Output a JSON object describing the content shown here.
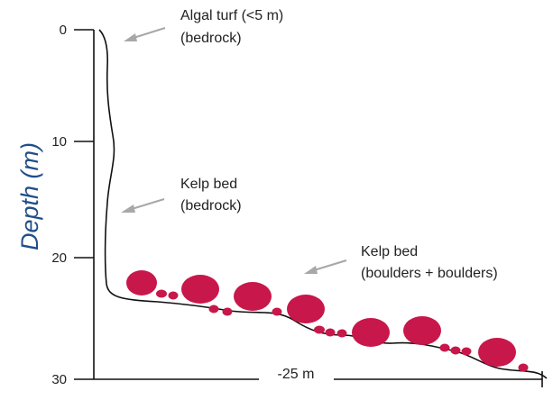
{
  "axis": {
    "title": "Depth (m)",
    "ticks": [
      "0",
      "10",
      "20",
      "30"
    ]
  },
  "distance_label": "-25 m",
  "annotations": [
    {
      "line1": "Algal turf (<5 m)",
      "line2": "(bedrock)"
    },
    {
      "line1": "Kelp bed",
      "line2": "(bedrock)"
    },
    {
      "line1": "Kelp bed",
      "line2": "(boulders + boulders)"
    }
  ],
  "colors": {
    "boulder": "#c8174a",
    "axis_title": "#1f4e8a",
    "arrow": "#a8a8a8"
  }
}
